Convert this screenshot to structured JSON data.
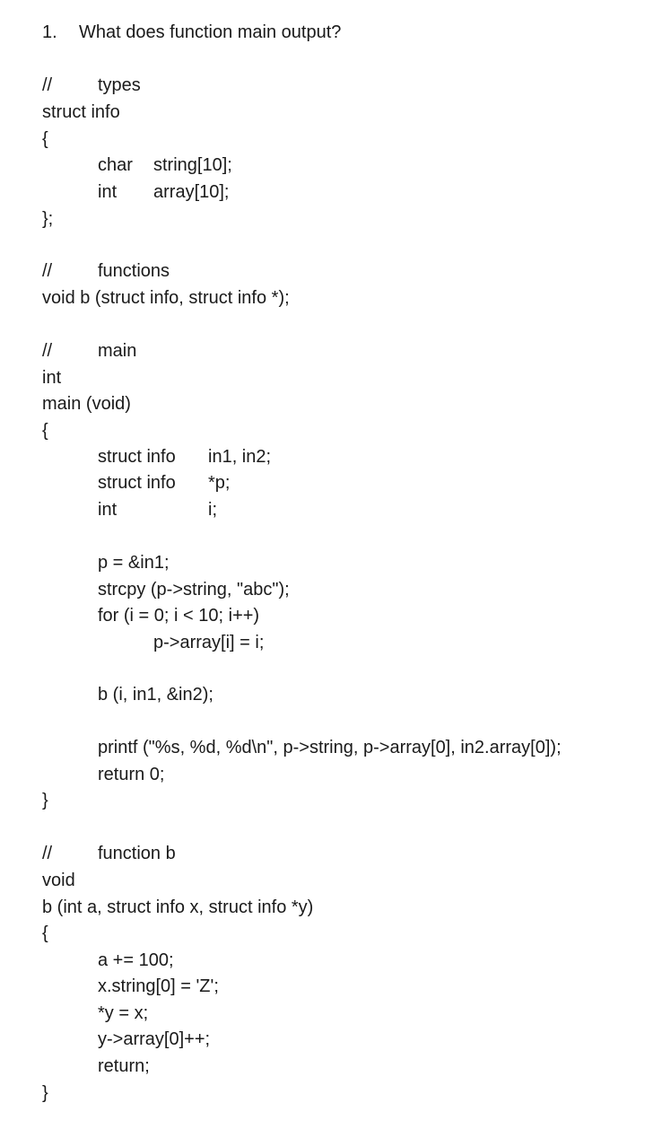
{
  "question": {
    "number": "1.",
    "text": "What does function main output?"
  },
  "code": {
    "types_comment": {
      "slashes": "//",
      "label": "types"
    },
    "struct_decl": "struct info",
    "open_brace_1": "{",
    "field_1": {
      "type": "char",
      "name": "string[10];"
    },
    "field_2": {
      "type": "int",
      "name": "array[10];"
    },
    "close_struct": "};",
    "functions_comment": {
      "slashes": "//",
      "label": "functions"
    },
    "prototype": "void b (struct info, struct info *);",
    "main_comment": {
      "slashes": "//",
      "label": "main"
    },
    "main_ret": "int",
    "main_sig": "main (void)",
    "open_brace_2": "{",
    "decl_1": {
      "type": "struct info",
      "name": "in1, in2;"
    },
    "decl_2": {
      "type": "struct info",
      "name": "*p;"
    },
    "decl_3": {
      "type": "int",
      "name": "i;"
    },
    "stmt_p": "p = &in1;",
    "stmt_strcpy": "strcpy (p->string, \"abc\");",
    "stmt_for": "for (i = 0; i < 10; i++)",
    "stmt_for_body": "p->array[i] = i;",
    "stmt_call_b": "b (i, in1, &in2);",
    "stmt_printf": "printf (\"%s, %d, %d\\n\", p->string, p->array[0], in2.array[0]);",
    "stmt_return_0": "return 0;",
    "close_brace_2": "}",
    "b_comment": {
      "slashes": "//",
      "label": "function b"
    },
    "b_ret": "void",
    "b_sig": "b (int a, struct info x, struct info *y)",
    "open_brace_3": "{",
    "b_stmt_1": "a += 100;",
    "b_stmt_2": "x.string[0] = 'Z';",
    "b_stmt_3": "*y = x;",
    "b_stmt_4": "y->array[0]++;",
    "b_stmt_5": "return;",
    "close_brace_3": "}"
  }
}
